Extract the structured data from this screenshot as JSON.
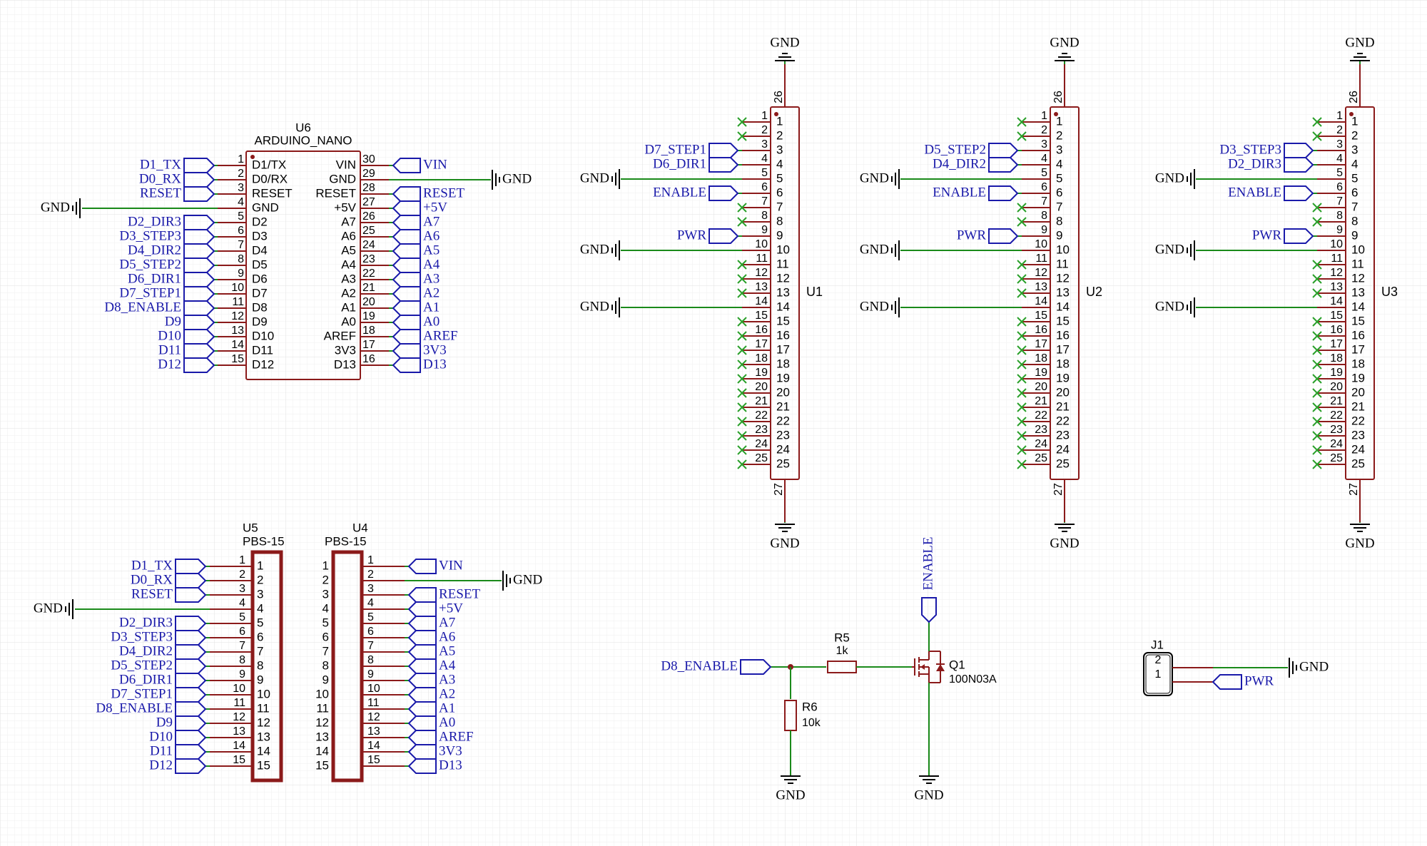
{
  "colors": {
    "background": "#ffffff",
    "grid": "#ececec",
    "wire": "#1a8a1a",
    "pin": "#8b1a1a",
    "body": "#8b1a1a",
    "label": "#1a1aaa",
    "text": "#000000",
    "noconnect": "#2aa02a"
  },
  "common": {
    "gnd": "GND"
  },
  "u6": {
    "ref": "U6",
    "value": "ARDUINO_NANO",
    "left_pins": [
      {
        "num": "1",
        "name": "D1/TX",
        "net": "D1_TX"
      },
      {
        "num": "2",
        "name": "D0/RX",
        "net": "D0_RX"
      },
      {
        "num": "3",
        "name": "RESET",
        "net": "RESET"
      },
      {
        "num": "4",
        "name": "GND",
        "net": "GND"
      },
      {
        "num": "5",
        "name": "D2",
        "net": "D2_DIR3"
      },
      {
        "num": "6",
        "name": "D3",
        "net": "D3_STEP3"
      },
      {
        "num": "7",
        "name": "D4",
        "net": "D4_DIR2"
      },
      {
        "num": "8",
        "name": "D5",
        "net": "D5_STEP2"
      },
      {
        "num": "9",
        "name": "D6",
        "net": "D6_DIR1"
      },
      {
        "num": "10",
        "name": "D7",
        "net": "D7_STEP1"
      },
      {
        "num": "11",
        "name": "D8",
        "net": "D8_ENABLE"
      },
      {
        "num": "12",
        "name": "D9",
        "net": "D9"
      },
      {
        "num": "13",
        "name": "D10",
        "net": "D10"
      },
      {
        "num": "14",
        "name": "D11",
        "net": "D11"
      },
      {
        "num": "15",
        "name": "D12",
        "net": "D12"
      }
    ],
    "right_pins": [
      {
        "num": "30",
        "name": "VIN",
        "net": "VIN"
      },
      {
        "num": "29",
        "name": "GND",
        "net": "GND"
      },
      {
        "num": "28",
        "name": "RESET",
        "net": "RESET"
      },
      {
        "num": "27",
        "name": "+5V",
        "net": "+5V"
      },
      {
        "num": "26",
        "name": "A7",
        "net": "A7"
      },
      {
        "num": "25",
        "name": "A6",
        "net": "A6"
      },
      {
        "num": "24",
        "name": "A5",
        "net": "A5"
      },
      {
        "num": "23",
        "name": "A4",
        "net": "A4"
      },
      {
        "num": "22",
        "name": "A3",
        "net": "A3"
      },
      {
        "num": "21",
        "name": "A2",
        "net": "A2"
      },
      {
        "num": "20",
        "name": "A1",
        "net": "A1"
      },
      {
        "num": "19",
        "name": "A0",
        "net": "A0"
      },
      {
        "num": "18",
        "name": "AREF",
        "net": "AREF"
      },
      {
        "num": "17",
        "name": "3V3",
        "net": "3V3"
      },
      {
        "num": "16",
        "name": "D13",
        "net": "D13"
      }
    ]
  },
  "u5": {
    "ref": "U5",
    "value": "PBS-15",
    "pins": [
      "1",
      "2",
      "3",
      "4",
      "5",
      "6",
      "7",
      "8",
      "9",
      "10",
      "11",
      "12",
      "13",
      "14",
      "15"
    ],
    "nets": [
      "D1_TX",
      "D0_RX",
      "RESET",
      "GND",
      "D2_DIR3",
      "D3_STEP3",
      "D4_DIR2",
      "D5_STEP2",
      "D6_DIR1",
      "D7_STEP1",
      "D8_ENABLE",
      "D9",
      "D10",
      "D11",
      "D12"
    ]
  },
  "u4": {
    "ref": "U4",
    "value": "PBS-15",
    "pins": [
      "1",
      "2",
      "3",
      "4",
      "5",
      "6",
      "7",
      "8",
      "9",
      "10",
      "11",
      "12",
      "13",
      "14",
      "15"
    ],
    "nets": [
      "VIN",
      "GND",
      "RESET",
      "+5V",
      "A7",
      "A6",
      "A5",
      "A4",
      "A3",
      "A2",
      "A1",
      "A0",
      "AREF",
      "3V3",
      "D13"
    ]
  },
  "drivers": [
    {
      "ref": "U1",
      "step": "D7_STEP1",
      "dir": "D6_DIR1"
    },
    {
      "ref": "U2",
      "step": "D5_STEP2",
      "dir": "D4_DIR2"
    },
    {
      "ref": "U3",
      "step": "D3_STEP3",
      "dir": "D2_DIR3"
    }
  ],
  "driver_common": {
    "enable": "ENABLE",
    "pwr": "PWR",
    "top_pin": "26",
    "bottom_pin": "27",
    "pins": [
      "1",
      "2",
      "3",
      "4",
      "5",
      "6",
      "7",
      "8",
      "9",
      "10",
      "11",
      "12",
      "13",
      "14",
      "15",
      "16",
      "17",
      "18",
      "19",
      "20",
      "21",
      "22",
      "23",
      "24",
      "25"
    ]
  },
  "mosfet_circuit": {
    "input_net": "D8_ENABLE",
    "r5": {
      "ref": "R5",
      "value": "1k"
    },
    "r6": {
      "ref": "R6",
      "value": "10k"
    },
    "q1": {
      "ref": "Q1",
      "value": "100N03A"
    },
    "drain_net": "ENABLE"
  },
  "j1": {
    "ref": "J1",
    "pins": [
      "2",
      "1"
    ],
    "pin1_net": "PWR"
  }
}
